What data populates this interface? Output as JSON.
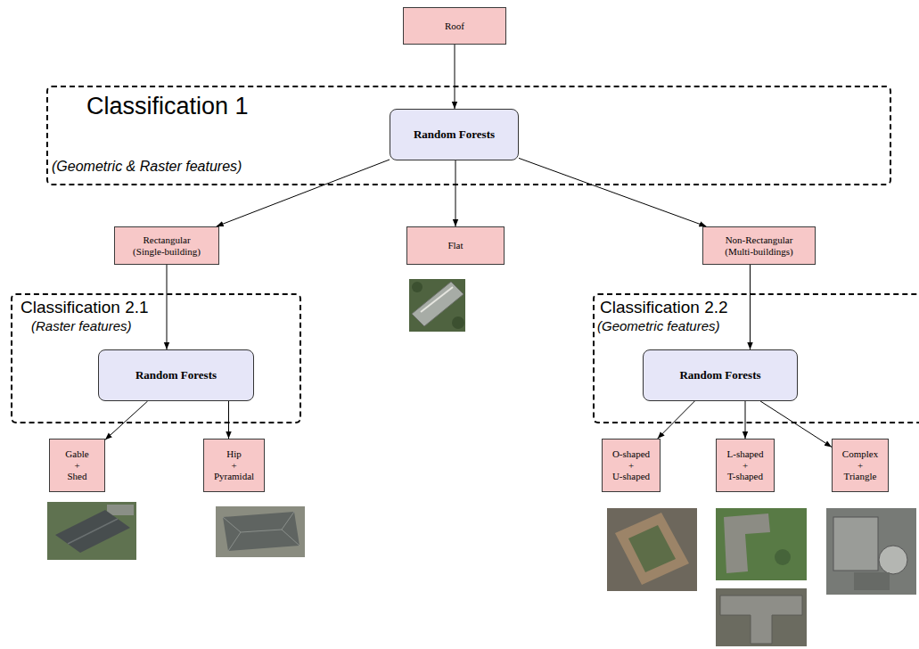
{
  "diagram": {
    "nodes": [
      {
        "text": [
          "Roof"
        ]
      },
      {
        "text": [
          "Classification 1",
          "(Geometric & Raster features)"
        ]
      },
      {
        "text": [
          "Random Forests"
        ],
        "in": 1
      },
      {
        "text": [
          "Rectangular (Single-building)"
        ]
      },
      {
        "text": [
          "Flat"
        ]
      },
      {
        "text": [
          "Non-Rectangular (Multi-buildings)"
        ]
      },
      {
        "text": [
          "Classification 2.1",
          "(Raster features)"
        ]
      },
      {
        "text": [
          "Random Forests"
        ],
        "in": 6
      },
      {
        "text": [
          "Classification 2.2",
          "(Geometric features)"
        ]
      },
      {
        "text": [
          "Random Forests"
        ],
        "in": 8
      },
      {
        "text": [
          "Gable + Shed"
        ]
      },
      {
        "text": [
          "Hip + Pyramidal"
        ]
      },
      {
        "text": [
          "O-shaped + U-shaped"
        ]
      },
      {
        "text": [
          "L-shaped + T-shaped"
        ]
      },
      {
        "text": [
          "Complex + Triangle"
        ]
      }
    ],
    "edges": [
      {
        "from": 0,
        "to": 2,
        "arrow": "to"
      },
      {
        "from": 2,
        "to": 3,
        "arrow": "to"
      },
      {
        "from": 2,
        "to": 4,
        "arrow": "to"
      },
      {
        "from": 2,
        "to": 5,
        "arrow": "to"
      },
      {
        "from": 3,
        "to": 7,
        "arrow": "to"
      },
      {
        "from": 7,
        "to": 10,
        "arrow": "to"
      },
      {
        "from": 7,
        "to": 11,
        "arrow": "to"
      },
      {
        "from": 5,
        "to": 9,
        "arrow": "to"
      },
      {
        "from": 9,
        "to": 12,
        "arrow": "to"
      },
      {
        "from": 9,
        "to": 13,
        "arrow": "to"
      },
      {
        "from": 9,
        "to": 14,
        "arrow": "to"
      }
    ]
  }
}
